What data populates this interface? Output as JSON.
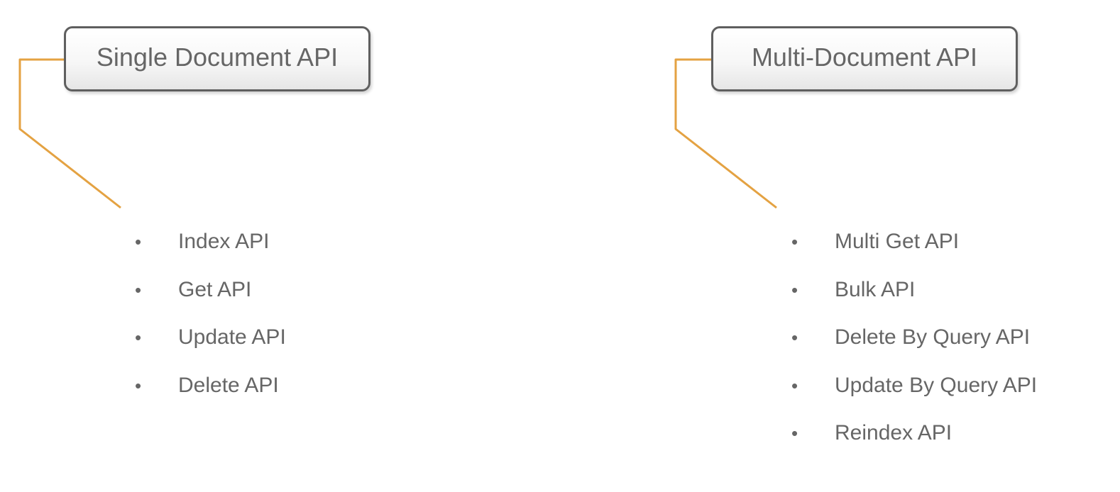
{
  "colors": {
    "connector": "#e4a242",
    "box_border": "#5f5f5f",
    "text": "#666666"
  },
  "groups": [
    {
      "title": "Single Document API",
      "items": [
        "Index API",
        "Get API",
        "Update API",
        "Delete API"
      ]
    },
    {
      "title": "Multi-Document API",
      "items": [
        "Multi Get API",
        "Bulk API",
        "Delete By Query API",
        "Update By Query API",
        "Reindex API"
      ]
    }
  ],
  "bullet_glyph": "•"
}
